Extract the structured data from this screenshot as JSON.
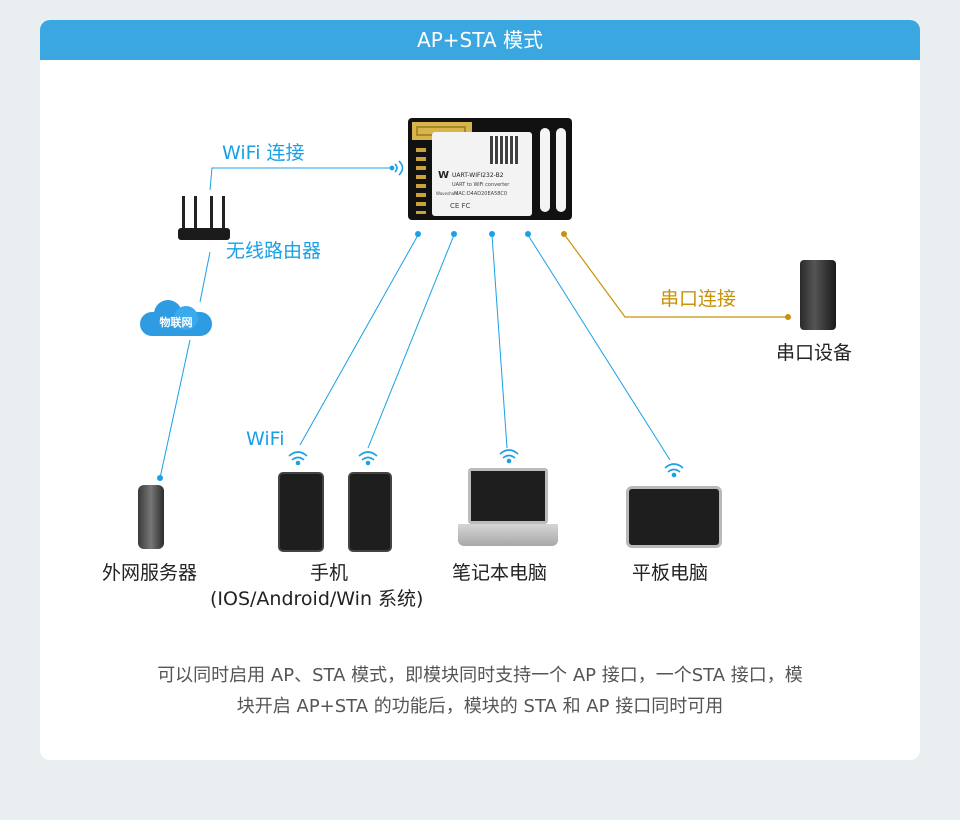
{
  "header": {
    "title": "AP+STA 模式"
  },
  "module": {
    "model": "UART-WIFI232-B2",
    "subtitle": "UART to WiFi converter",
    "mac": "MAC:D4AD20EA58C0",
    "brand": "Waveshare",
    "cert_marks": "CE FC"
  },
  "labels": {
    "wifi_connection": "WiFi 连接",
    "router": "无线路由器",
    "iot_cloud": "物联网",
    "serial_connection": "串口连接",
    "serial_device": "串口设备",
    "wifi": "WiFi",
    "external_server": "外网服务器",
    "phone": "手机",
    "phone_os": "(IOS/Android/Win 系统)",
    "laptop": "笔记本电脑",
    "tablet": "平板电脑"
  },
  "description": {
    "line1": "可以同时启用 AP、STA 模式，即模块同时支持一个 AP 接口，一个STA 接口，模",
    "line2": "块开启 AP+STA 的功能后，模块的 STA 和 AP 接口同时可用"
  },
  "colors": {
    "header_bg": "#3aa7e0",
    "wifi_line": "#19a1e6",
    "serial_line": "#c8920a",
    "page_bg": "#e9eef1"
  }
}
